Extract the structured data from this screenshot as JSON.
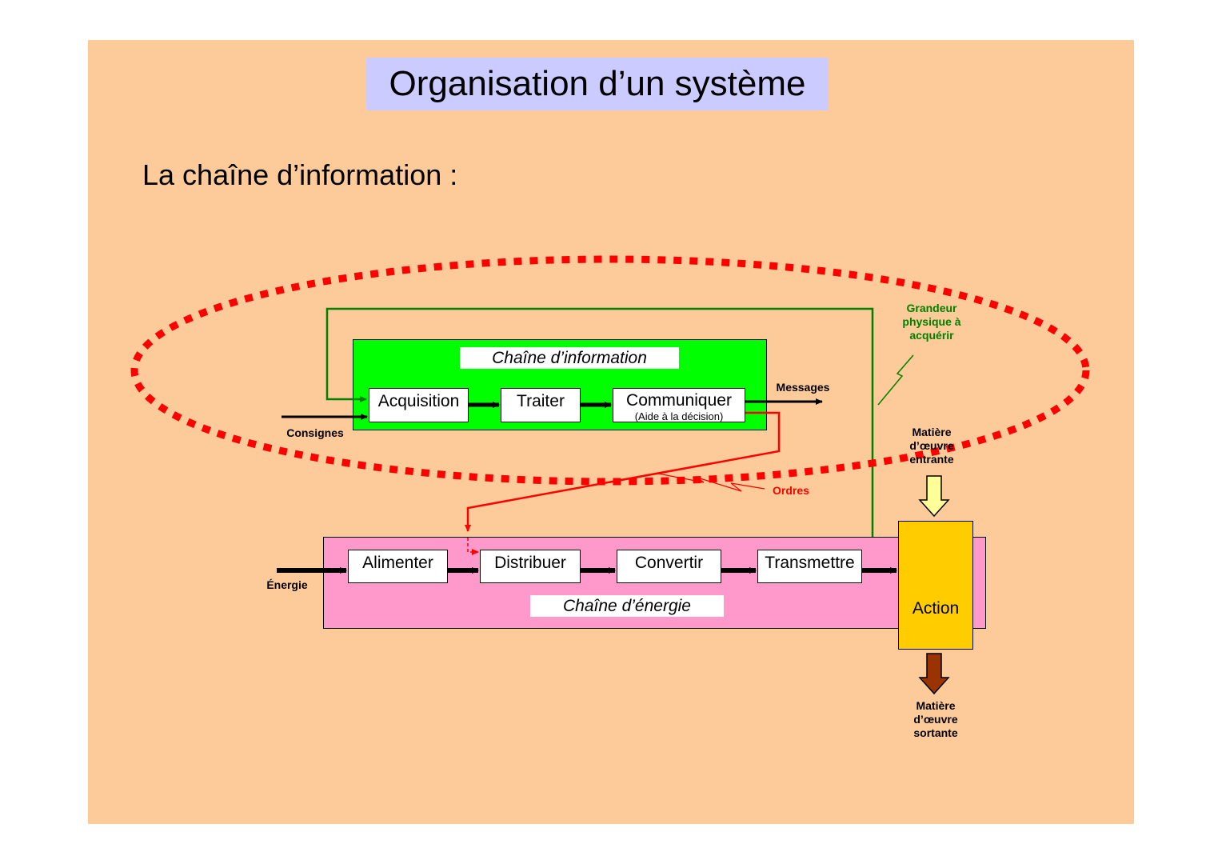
{
  "title": "Organisation d’un système",
  "subtitle": "La chaîne d’information :",
  "info_chain": {
    "title": "Chaîne d’information",
    "blocks": [
      "Acquisition",
      "Traiter",
      "Communiquer"
    ],
    "communiquer_note": "(Aide à la décision)"
  },
  "energy_chain": {
    "title": "Chaîne d’énergie",
    "blocks": [
      "Alimenter",
      "Distribuer",
      "Convertir",
      "Transmettre"
    ]
  },
  "action": "Action",
  "labels": {
    "consignes": "Consignes",
    "messages": "Messages",
    "grandeur": "Grandeur physique à acquérir",
    "ordres": "Ordres",
    "energie": "Énergie",
    "matiere_entrante": "Matière d’œuvre entrante",
    "matiere_sortante": "Matière d’œuvre sortante"
  },
  "colors": {
    "background": "#fdca99",
    "title_box": "#cbcbff",
    "info_panel": "#00ff00",
    "energy_panel": "#ff99cc",
    "action_box": "#ffcc00",
    "feedback_line": "#008000",
    "orders_line": "#ff0000",
    "ellipse": "#ff0000"
  }
}
